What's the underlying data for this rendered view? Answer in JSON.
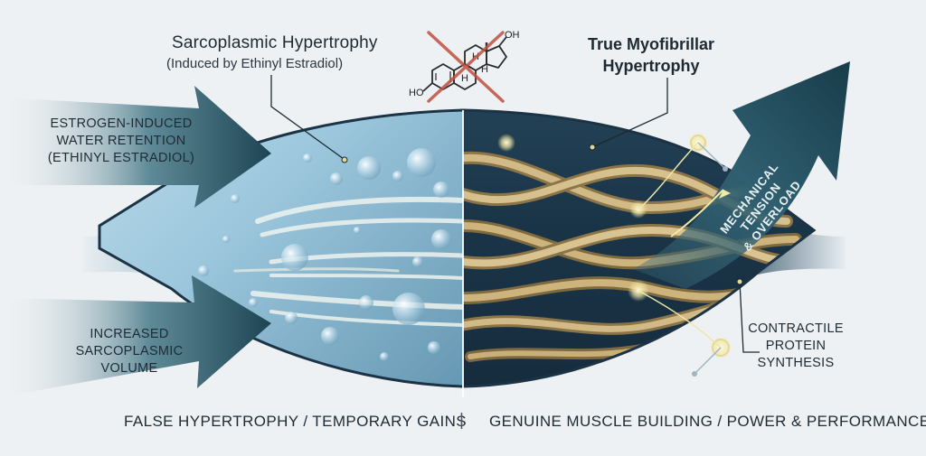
{
  "left_title": "Sarcoplasmic Hypertrophy",
  "left_subtitle": "(Induced by Ethinyl Estradiol)",
  "right_title": [
    "True Myofibrillar",
    "Hypertrophy"
  ],
  "callout_estrogen": [
    "ESTROGEN-INDUCED",
    "WATER RETENTION",
    "(ETHINYL ESTRADIOL)"
  ],
  "callout_volume": [
    "INCREASED",
    "SARCOPLASMIC",
    "VOLUME"
  ],
  "callout_protein": [
    "CONTRACTILE",
    "PROTEIN",
    "SYNTHESIS"
  ],
  "arrow_label": [
    "MECHANICAL",
    "TENSION",
    "& OVERLOAD"
  ],
  "molecule_labels": {
    "hydroxyl_top": "OH",
    "hydroxyl_left": "HO",
    "h1": "H",
    "h2": "H",
    "h3": "H"
  },
  "footer_left": "FALSE HYPERTROPHY / TEMPORARY GAINS",
  "footer_divider": "|",
  "footer_right": "GENUINE MUSCLE BUILDING / POWER & PERFORMANCE",
  "colors": {
    "background": "#eef1f3",
    "water_blue": "#9cc7dd",
    "muscle_dark": "#1f3d52",
    "fiber_tan": "#c9b07a",
    "arrow_teal": "#2a5566",
    "cross_red": "#c0503f",
    "glow": "#f3e9a5"
  }
}
